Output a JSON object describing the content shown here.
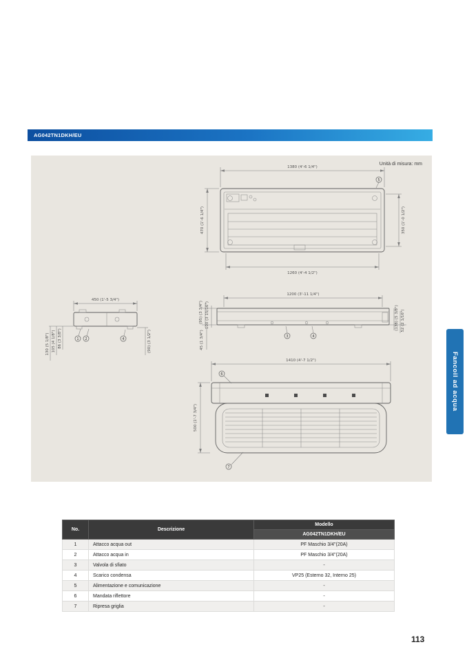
{
  "page": {
    "number": "113",
    "unit_note": "Unità di misura: mm"
  },
  "header": {
    "model_code": "AG042TN1DKH/EU"
  },
  "side_tab": {
    "label": "Fancoil ad acqua"
  },
  "drawings": {
    "top_view": {
      "dim_width_top": "1380 (4'-6 1/4\")",
      "dim_height_left": "470 (1'-6 1/4\")",
      "dim_width_bottom": "1260 (4'-4 1/2\")",
      "dim_depth_right": "350 (1'-0 1/2\")"
    },
    "side_view_small": {
      "dim_width_top": "450 (1'-5 3/4\")",
      "dim_left_1": "130 (5 1/8\")",
      "dim_left_2": "105 (4 1/8\")",
      "dim_left_3": "86 (3 3/8\")",
      "dim_right": "(90) (3 1/2\")"
    },
    "side_view_long": {
      "dim_width_top": "1200 (3'-11 1/4\")",
      "dim_left_1": "(95) (3 3/4\")",
      "dim_left_2": "100 (3 15/16\")",
      "dim_left_3": "45 (1 3/4\")",
      "dim_right_1": "(138) (5 3/8\")",
      "dim_right_2": "52 (2 1/16\")"
    },
    "front_view": {
      "dim_width_top": "1410 (4'-7 1/2\")",
      "dim_height_left": "500 (1'-7 3/4\")"
    },
    "callouts": {
      "c1": "1",
      "c2": "2",
      "c3": "3",
      "c4": "4",
      "c5": "5",
      "c6": "6",
      "c7": "7"
    }
  },
  "table": {
    "col_no": "No.",
    "col_desc": "Descrizione",
    "col_model_group": "Modello",
    "col_model": "AG042TN1DKH/EU",
    "rows": [
      {
        "no": "1",
        "desc": "Attacco acqua out",
        "value": "PF Maschio 3/4\"(20A)"
      },
      {
        "no": "2",
        "desc": "Attacco acqua in",
        "value": "PF Maschio 3/4\"(20A)"
      },
      {
        "no": "3",
        "desc": "Valvola di sfiato",
        "value": "-"
      },
      {
        "no": "4",
        "desc": "Scarico condensa",
        "value": "VP25 (Esterno 32, Interno 25)"
      },
      {
        "no": "5",
        "desc": "Alimentazione e comunicazione",
        "value": "-"
      },
      {
        "no": "6",
        "desc": "Mandata riflettore",
        "value": "-"
      },
      {
        "no": "7",
        "desc": "Ripresa griglia",
        "value": "-"
      }
    ]
  },
  "colors": {
    "band_gradient_start": "#0d4fa0",
    "band_gradient_end": "#36ade4",
    "tab_blue": "#2173b4",
    "panel_bg": "#e9e6e0",
    "table_header_bg": "#3a3a3a"
  }
}
